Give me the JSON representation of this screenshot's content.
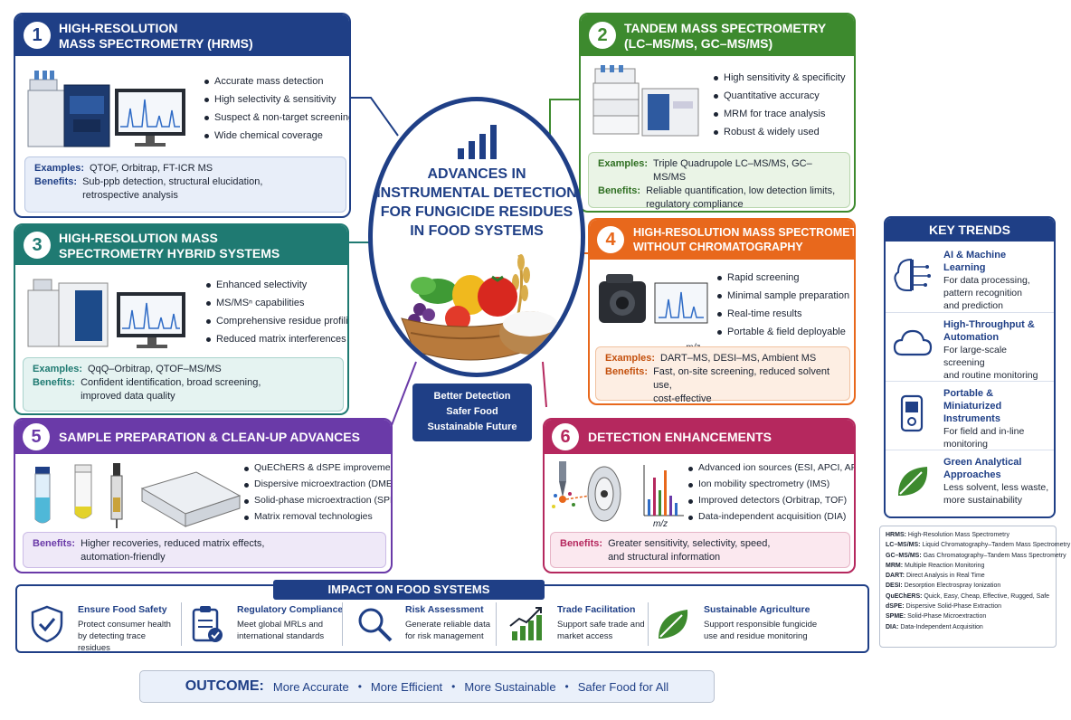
{
  "center": {
    "title_lines": [
      "ADVANCES IN",
      "INSTRUMENTAL DETECTION",
      "FOR FUNGICIDE RESIDUES",
      "IN FOOD SYSTEMS"
    ]
  },
  "badge": {
    "lines": [
      "Better Detection",
      "Safer Food",
      "Sustainable Future"
    ]
  },
  "panels": [
    {
      "num": "1",
      "title_lines": [
        "High-Resolution",
        "Mass Spectrometry (HRMS)"
      ],
      "color": "#1f3f86",
      "features": [
        "Accurate mass detection",
        "High selectivity & sensitivity",
        "Suspect & non-target screening",
        "Wide chemical coverage"
      ],
      "examples_label": "Examples:",
      "examples": "QTOF, Orbitrap, FT-ICR MS",
      "benefits_label": "Benefits:",
      "benefits_lines": [
        "Sub-ppb detection, structural elucidation,",
        "retrospective analysis"
      ]
    },
    {
      "num": "2",
      "title_lines": [
        "Tandem Mass Spectrometry",
        "(LC–MS/MS, GC–MS/MS)"
      ],
      "color": "#3d8a2e",
      "features": [
        "High sensitivity & specificity",
        "Quantitative accuracy",
        "MRM for trace analysis",
        "Robust & widely used"
      ],
      "examples_label": "Examples:",
      "examples": "Triple Quadrupole LC–MS/MS, GC–MS/MS",
      "benefits_label": "Benefits:",
      "benefits_lines": [
        "Reliable quantification, low detection limits,",
        "regulatory compliance"
      ]
    },
    {
      "num": "3",
      "title_lines": [
        "High-Resolution Mass",
        "Spectrometry Hybrid Systems"
      ],
      "color": "#1f7a72",
      "features": [
        "Enhanced selectivity",
        "MS/MSⁿ capabilities",
        "Comprehensive residue profiling",
        "Reduced matrix interferences"
      ],
      "examples_label": "Examples:",
      "examples": "QqQ–Orbitrap, QTOF–MS/MS",
      "benefits_label": "Benefits:",
      "benefits_lines": [
        "Confident identification, broad screening,",
        "improved data quality"
      ]
    },
    {
      "num": "4",
      "title_lines": [
        "High-Resolution Mass Spectrometry",
        "without Chromatography"
      ],
      "color": "#e8681c",
      "features": [
        "Rapid screening",
        "Minimal sample preparation",
        "Real-time results",
        "Portable & field deployable"
      ],
      "axis_label": "m/z",
      "examples_label": "Examples:",
      "examples": "DART–MS, DESI–MS, Ambient MS",
      "benefits_label": "Benefits:",
      "benefits_lines": [
        "Fast, on-site screening, reduced solvent use,",
        "cost-effective"
      ]
    },
    {
      "num": "5",
      "title_lines": [
        "Sample Preparation & Clean-Up Advances"
      ],
      "color": "#6a3aa8",
      "features": [
        "QuEChERS & dSPE improvements",
        "Dispersive microextraction (DME)",
        "Solid-phase microextraction (SPME)",
        "Matrix removal technologies"
      ],
      "benefits_label": "Benefits:",
      "benefits_lines": [
        "Higher recoveries, reduced matrix effects,",
        "automation-friendly"
      ]
    },
    {
      "num": "6",
      "title_lines": [
        "Detection Enhancements"
      ],
      "color": "#b5285e",
      "features": [
        "Advanced ion sources (ESI, APCI, APPI)",
        "Ion mobility spectrometry (IMS)",
        "Improved detectors (Orbitrap, TOF)",
        "Data-independent acquisition (DIA)"
      ],
      "axis_label": "m/z",
      "benefits_label": "Benefits:",
      "benefits_lines": [
        "Greater sensitivity, selectivity, speed,",
        "and structural information"
      ]
    }
  ],
  "trends": {
    "title": "KEY TRENDS",
    "items": [
      {
        "title_lines": [
          "AI & Machine Learning"
        ],
        "desc_lines": [
          "For data processing,",
          "pattern recognition",
          "and prediction"
        ],
        "icon": "brain-circuit-icon"
      },
      {
        "title_lines": [
          "High-Throughput &",
          "Automation"
        ],
        "desc_lines": [
          "For large-scale screening",
          "and routine monitoring"
        ],
        "icon": "cloud-icon"
      },
      {
        "title_lines": [
          "Portable & Miniaturized",
          "Instruments"
        ],
        "desc_lines": [
          "For field and in-line",
          "monitoring"
        ],
        "icon": "handheld-device-icon"
      },
      {
        "title_lines": [
          "Green Analytical",
          "Approaches"
        ],
        "desc_lines": [
          "Less solvent, less waste,",
          "more sustainability"
        ],
        "icon": "leaf-icon"
      }
    ]
  },
  "glossary": [
    {
      "k": "HRMS:",
      "v": "High-Resolution Mass Spectrometry"
    },
    {
      "k": "LC–MS/MS:",
      "v": "Liquid Chromatography–Tandem Mass Spectrometry"
    },
    {
      "k": "GC–MS/MS:",
      "v": "Gas Chromatography–Tandem Mass Spectrometry"
    },
    {
      "k": "MRM:",
      "v": "Multiple Reaction Monitoring"
    },
    {
      "k": "DART:",
      "v": "Direct Analysis in Real Time"
    },
    {
      "k": "DESI:",
      "v": "Desorption Electrospray Ionization"
    },
    {
      "k": "QuEChERS:",
      "v": "Quick, Easy, Cheap, Effective, Rugged, Safe"
    },
    {
      "k": "dSPE:",
      "v": "Dispersive Solid-Phase Extraction"
    },
    {
      "k": "SPME:",
      "v": "Solid-Phase Microextraction"
    },
    {
      "k": "DIA:",
      "v": "Data-Independent Acquisition"
    }
  ],
  "impact": {
    "title": "IMPACT ON FOOD SYSTEMS",
    "items": [
      {
        "title": "Ensure Food Safety",
        "desc_lines": [
          "Protect consumer health",
          "by detecting trace",
          "residues"
        ],
        "icon": "shield-check-icon"
      },
      {
        "title": "Regulatory Compliance",
        "desc_lines": [
          "Meet global MRLs and",
          "international standards"
        ],
        "icon": "clipboard-check-icon"
      },
      {
        "title": "Risk Assessment",
        "desc_lines": [
          "Generate reliable data",
          "for risk management"
        ],
        "icon": "magnifier-icon"
      },
      {
        "title": "Trade Facilitation",
        "desc_lines": [
          "Support safe trade and",
          "market access"
        ],
        "icon": "growth-chart-icon"
      },
      {
        "title": "Sustainable Agriculture",
        "desc_lines": [
          "Support responsible fungicide",
          "use and residue monitoring"
        ],
        "icon": "leaf-icon"
      }
    ]
  },
  "outcome": {
    "label": "OUTCOME:",
    "items": [
      "More Accurate",
      "More Efficient",
      "More Sustainable",
      "Safer Food for All"
    ]
  },
  "colors": {
    "navy": "#1f3f86",
    "green": "#3d8a2e",
    "teal": "#1f7a72",
    "orange": "#e8681c",
    "purple": "#6a3aa8",
    "crimson": "#b5285e"
  }
}
